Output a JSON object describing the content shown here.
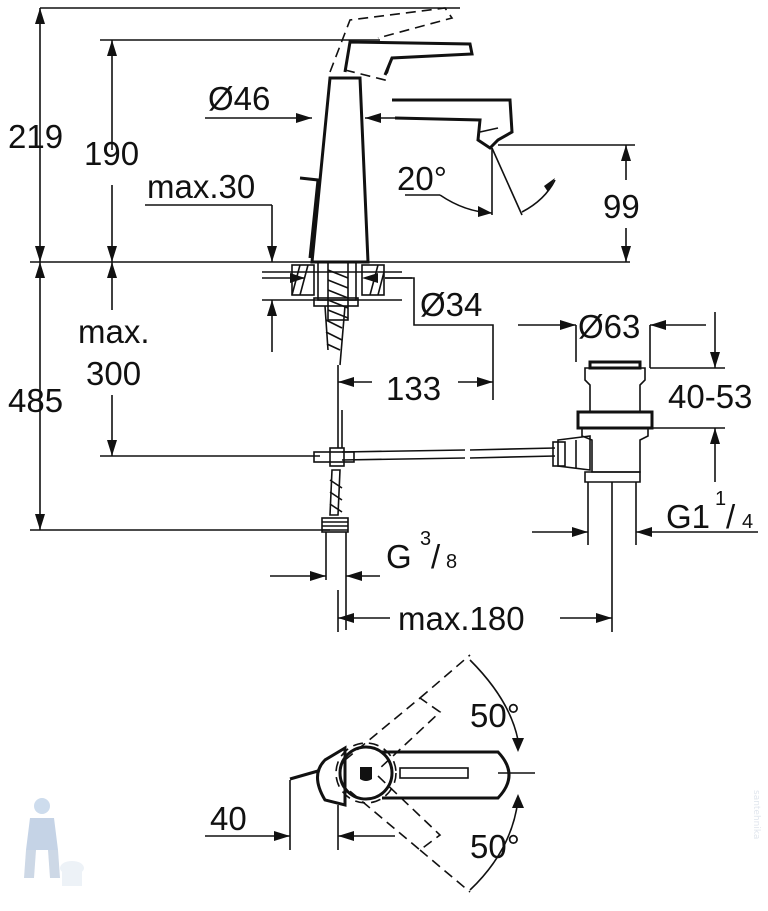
{
  "dimensions": {
    "total_height_top": "219",
    "spout_height": "190",
    "spout_diameter": "Ø46",
    "deck_thickness": "max.30",
    "spray_angle": "20°",
    "outlet_height": "99",
    "hole_diameter": "Ø34",
    "drain_diameter": "Ø63",
    "supply_length_label_1": "max.",
    "supply_length_label_2": "300",
    "total_height_bottom": "485",
    "reach_133": "133",
    "drain_range": "40-53",
    "drain_thread_main": "G1",
    "drain_thread_num": "1",
    "drain_thread_den": "4",
    "supply_thread_main": "G",
    "supply_thread_num": "3",
    "supply_thread_den": "8",
    "drain_offset": "max.180",
    "lever_rotation_top": "50°",
    "lever_rotation_bottom": "50°",
    "lever_offset": "40"
  },
  "watermark": "santehnika"
}
